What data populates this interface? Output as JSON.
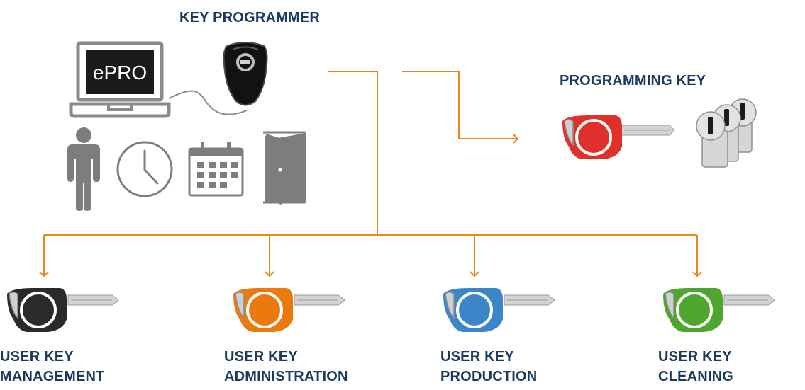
{
  "key_programmer": {
    "title": "KEY PROGRAMMER",
    "laptop_screen_text": "ePRO",
    "icons": [
      "laptop-icon",
      "key-programmer-device-icon",
      "person-icon",
      "clock-icon",
      "calendar-icon",
      "door-icon"
    ]
  },
  "programming_key": {
    "title": "PROGRAMMING KEY",
    "key_color": "#e0302b",
    "icons": [
      "programming-key-icon",
      "lock-cylinders-icon"
    ]
  },
  "user_keys": [
    {
      "line1": "USER KEY",
      "line2": "MANAGEMENT",
      "color": "#2a2a2a"
    },
    {
      "line1": "USER KEY",
      "line2": "ADMINISTRATION",
      "color": "#ea7a0e"
    },
    {
      "line1": "USER KEY",
      "line2": "PRODUCTION",
      "color": "#3b86c8"
    },
    {
      "line1": "USER KEY",
      "line2": "CLEANING",
      "color": "#4ea62f"
    }
  ],
  "colors": {
    "connector": "#e8871e",
    "label_text": "#1c3a5e",
    "icon_gray": "#7d7d7d"
  }
}
